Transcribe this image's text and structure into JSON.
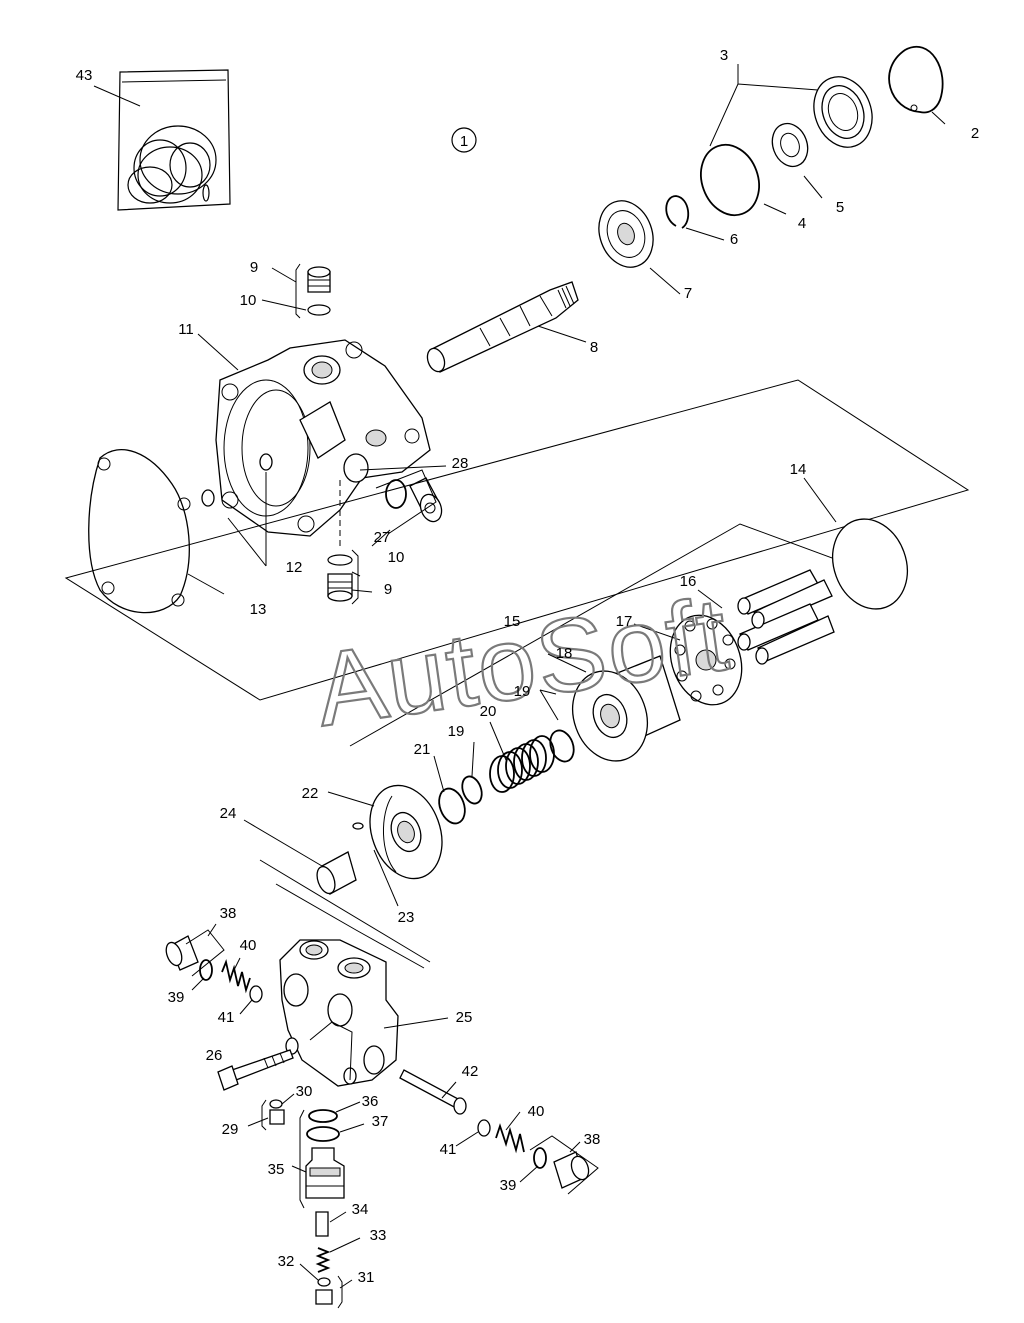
{
  "diagram": {
    "title_marker": "1",
    "watermark": "AutoSoft",
    "part_numbers": [
      "2",
      "3",
      "4",
      "5",
      "6",
      "7",
      "8",
      "9",
      "10",
      "11",
      "12",
      "13",
      "14",
      "15",
      "16",
      "17",
      "18",
      "19",
      "20",
      "21",
      "22",
      "23",
      "24",
      "25",
      "26",
      "27",
      "28",
      "29",
      "30",
      "31",
      "32",
      "33",
      "34",
      "35",
      "36",
      "37",
      "38",
      "39",
      "40",
      "41",
      "42",
      "43"
    ]
  }
}
